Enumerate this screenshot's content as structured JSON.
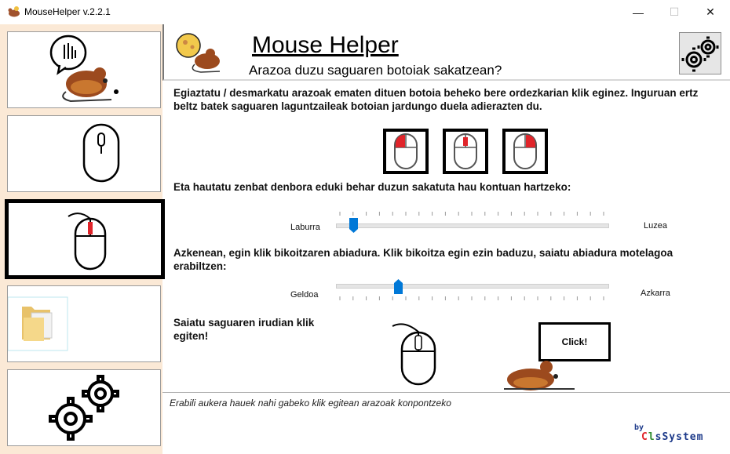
{
  "window": {
    "title": "MouseHelper v.2.2.1",
    "minimize": "—",
    "maximize": "☐",
    "close": "✕"
  },
  "header": {
    "title": "Mouse Helper",
    "subtitle": "Arazoa duzu saguaren botoiak sakatzean?"
  },
  "sidebar": {
    "items": [
      {
        "name": "mouse-help-item"
      },
      {
        "name": "mouse-pointer-item"
      },
      {
        "name": "mouse-click-item"
      },
      {
        "name": "folder-item"
      },
      {
        "name": "settings-item"
      }
    ]
  },
  "content": {
    "instructions": "Egiaztatu / desmarkatu arazoak ematen dituen botoia beheko bere ordezkarian klik eginez. Inguruan ertz beltz batek saguaren laguntzaileak botoian jardungo duela adierazten du.",
    "hold_prompt": "Eta hautatu zenbat denbora eduki behar duzun sakatuta hau kontuan hartzeko:",
    "hold_slider": {
      "min_label": "Laburra",
      "max_label": "Luzea",
      "value": 0.05
    },
    "double_prompt": "Azkenean, egin klik bikoitzaren abiadura. Klik bikoitza egin ezin baduzu, saiatu abiadura motelagoa erabiltzen:",
    "double_slider": {
      "min_label": "Geldoa",
      "max_label": "Azkarra",
      "value": 0.22
    },
    "try_text": "Saiatu saguaren irudian klik egiten!",
    "click_bubble": "Click!"
  },
  "footer": {
    "text": "Erabili aukera hauek nahi gabeko klik egitean arazoak konpontzeko",
    "brand_by": "by",
    "brand_name": "ClsSystem"
  },
  "colors": {
    "accent": "#0078d7",
    "mouse_button_red": "#e0242a",
    "sidebar_bg": "#fbe9d6",
    "mouse_brown": "#9c4a1e"
  }
}
